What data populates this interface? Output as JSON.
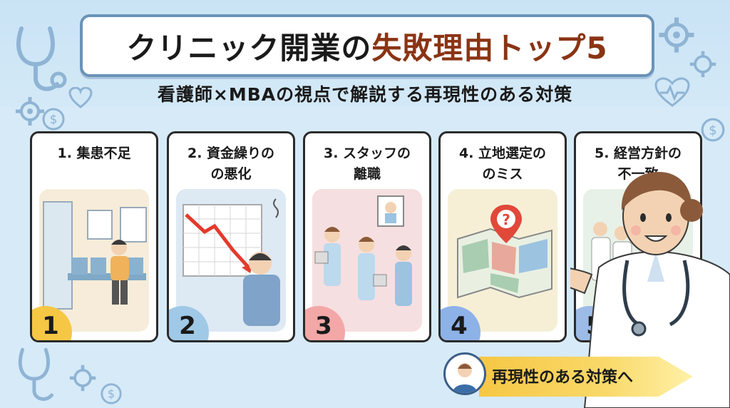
{
  "header": {
    "title_main": "クリニック開業の",
    "title_accent": "失敗理由トップ5",
    "subtitle": "看護師×MBAの視点で解説する再現性のある対策"
  },
  "cards": [
    {
      "title": "1. 集患不足",
      "number": "1",
      "badge_color": "#f6c744"
    },
    {
      "title": "2. 資金繰りの\nの悪化",
      "number": "2",
      "badge_color": "#9fc9e6"
    },
    {
      "title": "3. スタッフの\n離職",
      "number": "3",
      "badge_color": "#f3a7a7"
    },
    {
      "title": "4. 立地選定の\nのミス",
      "number": "4",
      "badge_color": "#8db2e8"
    },
    {
      "title": "5. 経営方針の\n不一致",
      "number": "5",
      "badge_color": "#9cbbe6"
    }
  ],
  "cta": {
    "label": "再現性のある対策へ"
  },
  "colors": {
    "accent": "#8a3414",
    "frame": "#6b93b8",
    "cta": "#f6c744"
  }
}
